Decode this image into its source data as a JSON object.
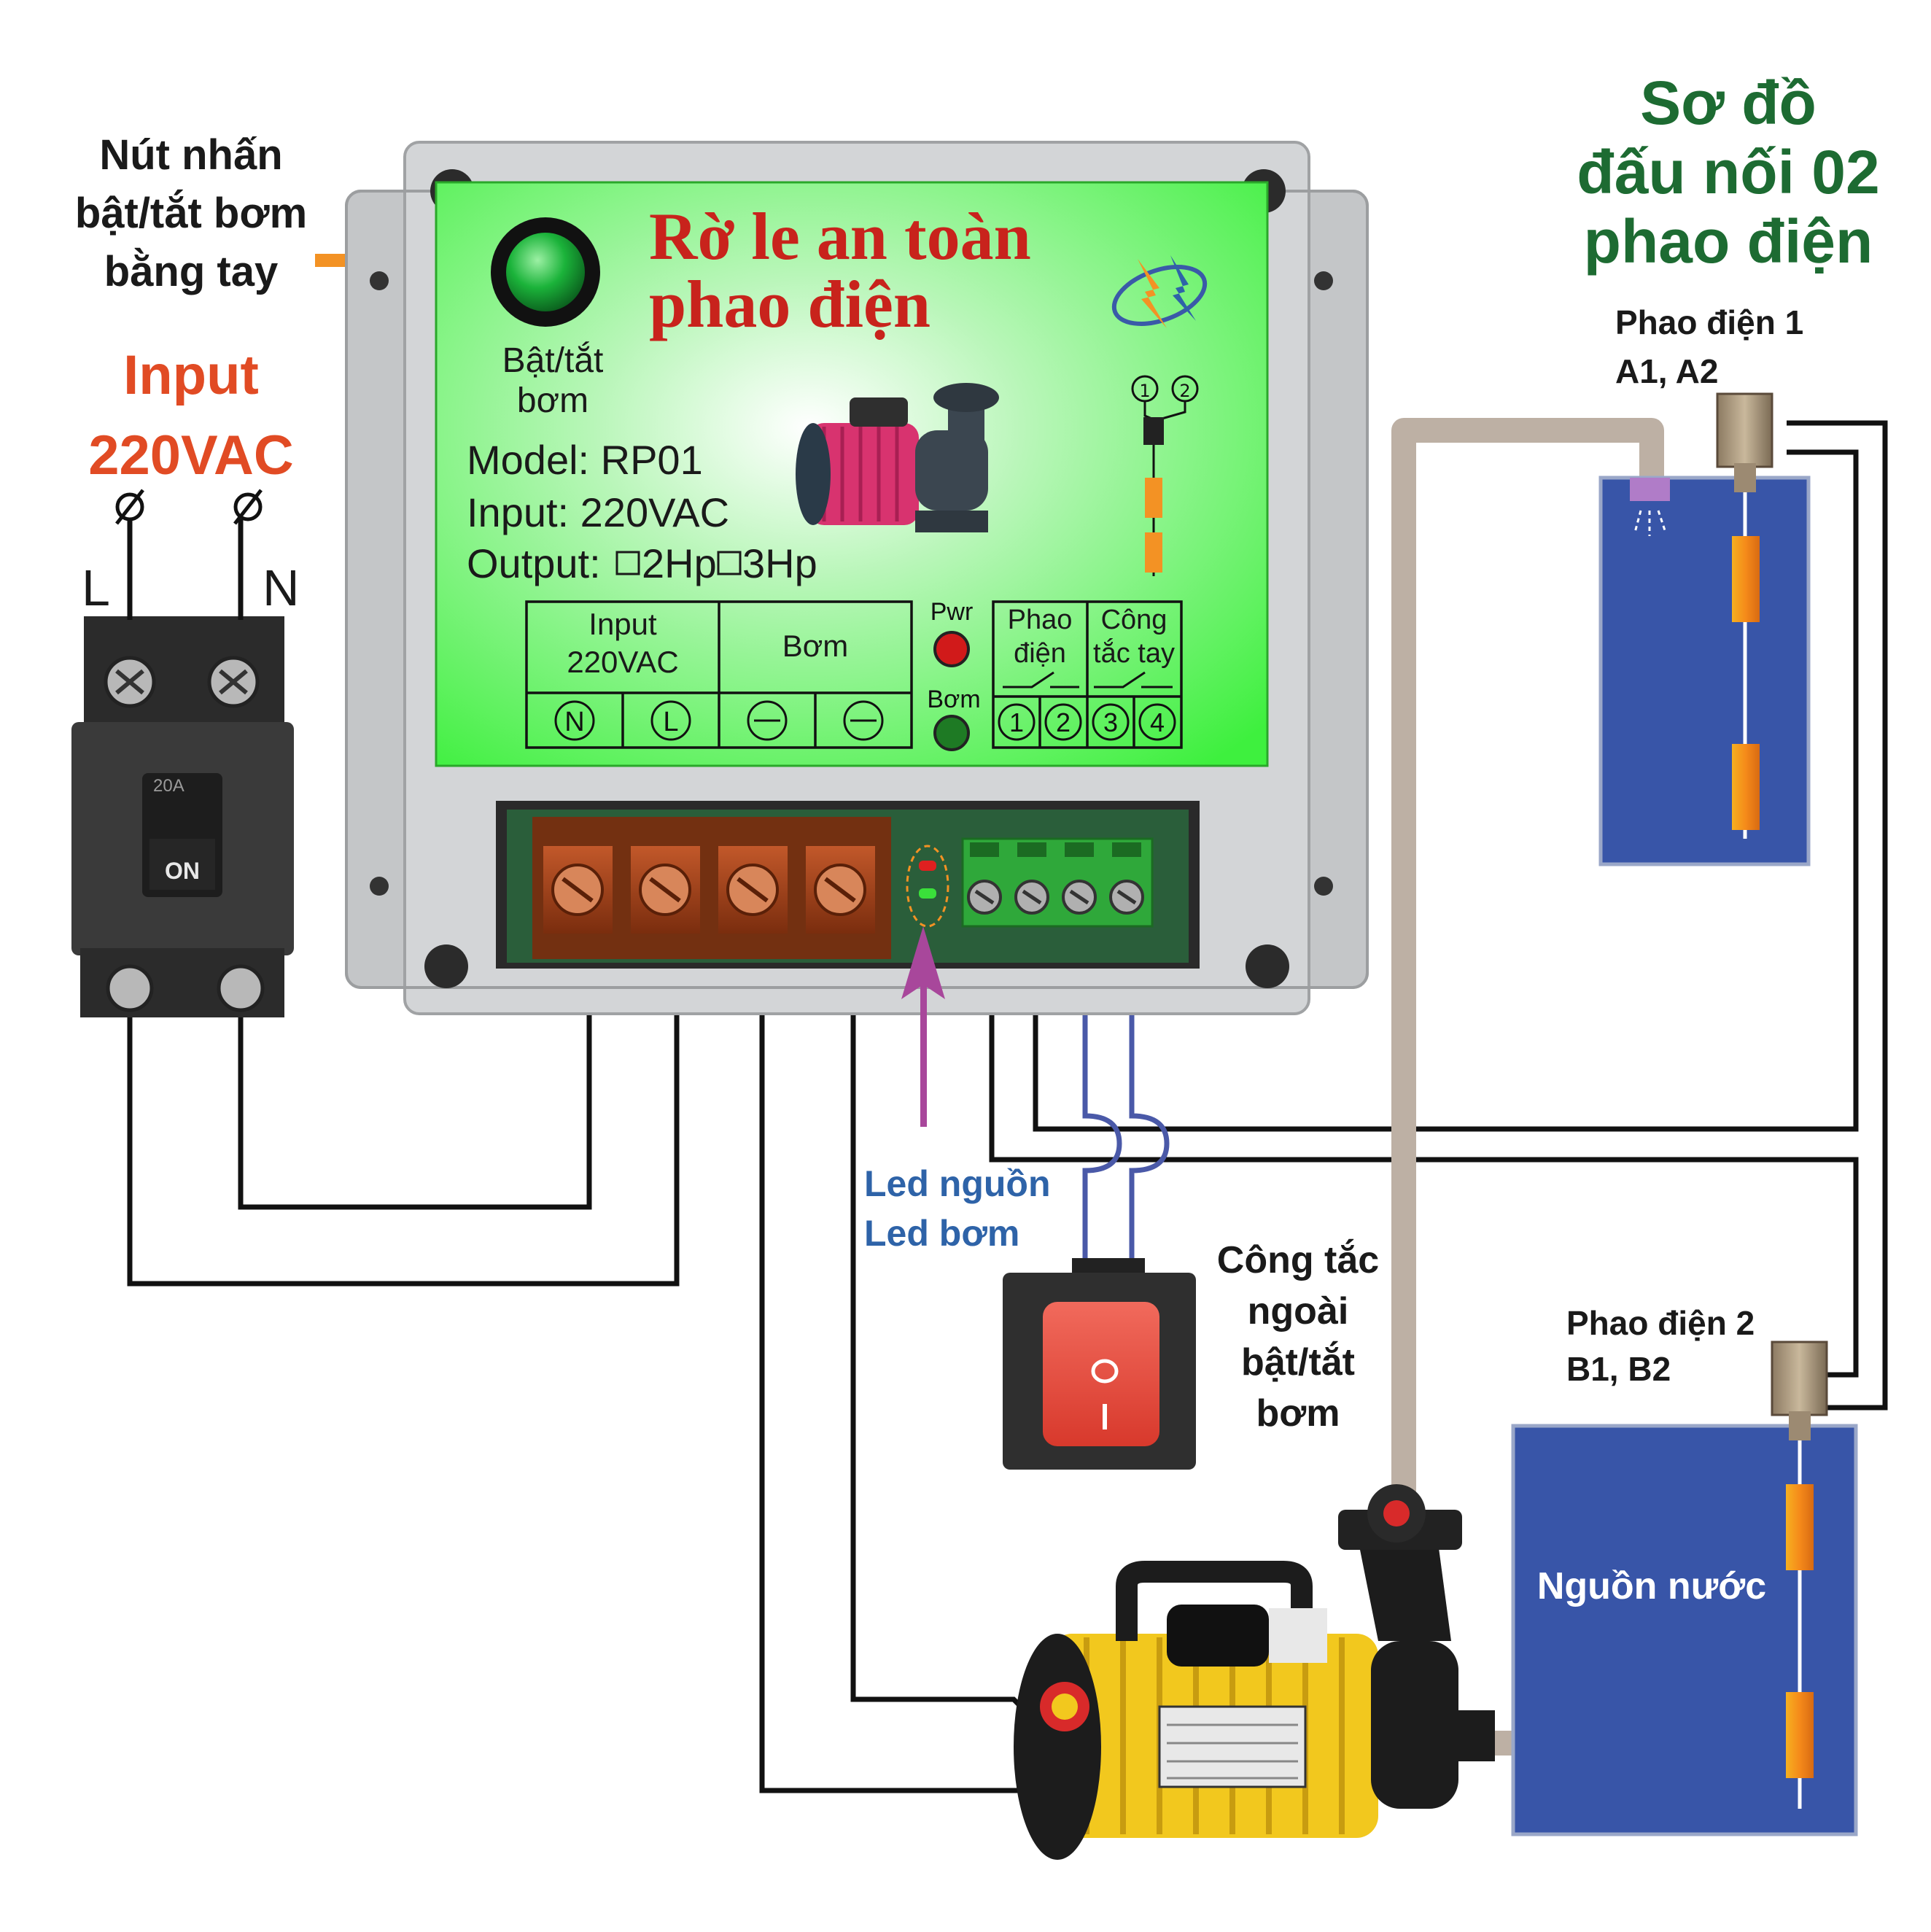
{
  "diagram": {
    "heading": [
      "Sơ đồ",
      "đấu nối 02",
      "phao điện"
    ],
    "button_note": [
      "Nút nhấn",
      "bật/tắt bơm",
      "bằng tay"
    ],
    "input_label": [
      "Input",
      "220VAC"
    ],
    "line_label": "L",
    "neutral_label": "N",
    "float1_label": [
      "Phao điện 1",
      "A1, A2"
    ],
    "float2_label": [
      "Phao điện 2",
      "B1, B2"
    ],
    "led_label": [
      "Led  nguồn",
      "Led bơm"
    ],
    "switch_label": [
      "Công tắc",
      "ngoài",
      "bật/tắt",
      "bơm"
    ],
    "tank_label": "Nguồn nước"
  },
  "device": {
    "title": [
      "Rờ le an toàn",
      "phao điện"
    ],
    "button_label": [
      "Bật/tắt",
      "bơm"
    ],
    "model": "Model:  RP01",
    "input": "Input: 220VAC",
    "output_prefix": "Output:",
    "output_options": [
      "2Hp",
      "3Hp"
    ],
    "float_symbols": [
      "1",
      "2"
    ],
    "terminal_headers": {
      "input": [
        "Input",
        "220VAC"
      ],
      "pump": "Bơm",
      "float": [
        "Phao",
        "điện"
      ],
      "switch": [
        "Công",
        "tắc tay"
      ]
    },
    "terminal_markers": [
      "N",
      "L",
      "",
      ""
    ],
    "terminal_numbers": [
      "1",
      "2",
      "3",
      "4"
    ],
    "led_labels": {
      "power": "Pwr",
      "pump": "Bơm"
    }
  },
  "breaker": {
    "handle_label": "ON",
    "rating": "20A"
  },
  "colors": {
    "panel": "#3ef03e",
    "title": "#c8231c",
    "heading": "#1d6b32",
    "accent": "#e14b24",
    "led_note": "#2e63a8",
    "arrow": "#f39224",
    "led_arrow": "#a8479b",
    "wire": "#111111",
    "switch_wire": "#4a59a8",
    "pipe": "#bdb0a4",
    "tank": "#3855a8"
  }
}
